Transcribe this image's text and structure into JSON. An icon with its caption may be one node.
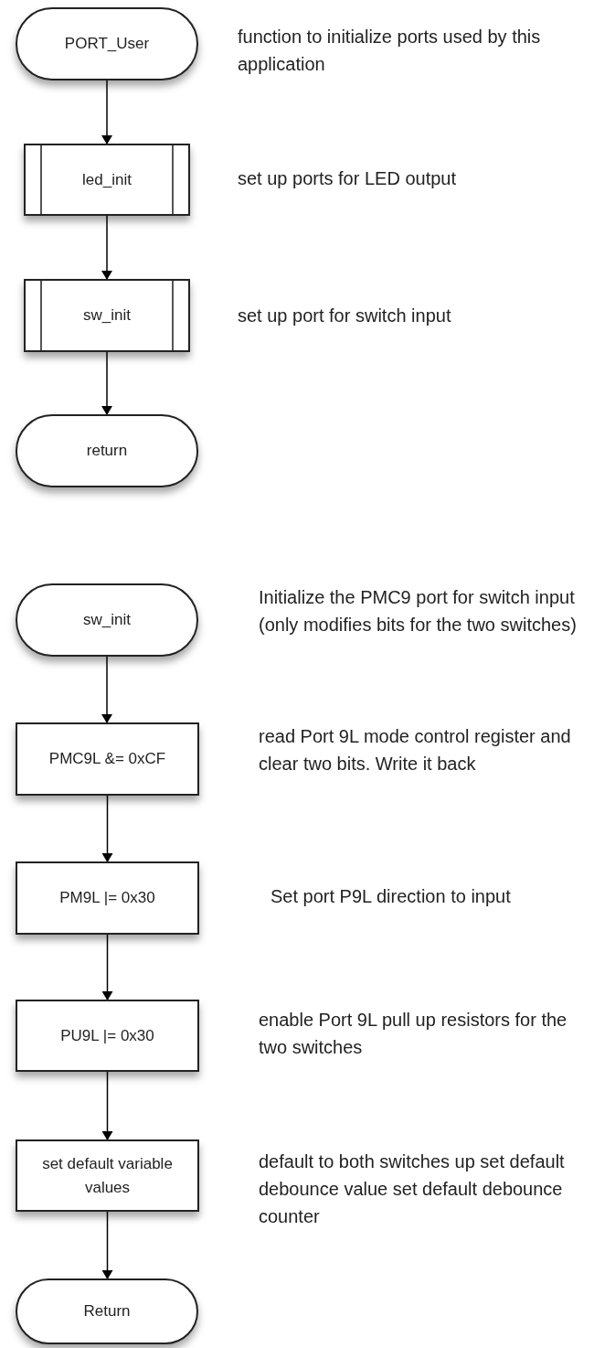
{
  "diagram": {
    "nodes": [
      {
        "text": [
          "PORT_User"
        ],
        "beside": [
          "function to initialize ports used by this application"
        ]
      },
      {
        "text": [
          "led_init"
        ],
        "beside": [
          "set up ports for LED output"
        ]
      },
      {
        "text": [
          "sw_init"
        ],
        "beside": [
          "set up port for switch input"
        ]
      },
      {
        "text": [
          "return"
        ]
      },
      {
        "text": [
          "sw_init"
        ],
        "beside": [
          "Initialize the PMC9 port for switch input (only modifies bits for the two switches)"
        ]
      },
      {
        "text": [
          "PMC9L &= 0xCF"
        ],
        "beside": [
          "read Port 9L mode control register and clear two bits.  Write it back"
        ]
      },
      {
        "text": [
          "PM9L |= 0x30"
        ],
        "beside": [
          "Set port P9L direction to input"
        ]
      },
      {
        "text": [
          "PU9L |= 0x30"
        ],
        "beside": [
          "enable Port 9L pull up resistors for the two switches"
        ]
      },
      {
        "text": [
          "set default variable values"
        ],
        "beside": [
          "default to both switches up set default debounce value set default debounce counter"
        ]
      },
      {
        "text": [
          "Return"
        ]
      }
    ],
    "edges": [
      {
        "from": 0,
        "to": 1,
        "arrow": "to"
      },
      {
        "from": 1,
        "to": 2,
        "arrow": "to"
      },
      {
        "from": 2,
        "to": 3,
        "arrow": "to"
      },
      {
        "from": 4,
        "to": 5,
        "arrow": "to"
      },
      {
        "from": 5,
        "to": 6,
        "arrow": "to"
      },
      {
        "from": 6,
        "to": 7,
        "arrow": "to"
      },
      {
        "from": 7,
        "to": 8,
        "arrow": "to"
      },
      {
        "from": 8,
        "to": 9,
        "arrow": "to"
      }
    ]
  }
}
